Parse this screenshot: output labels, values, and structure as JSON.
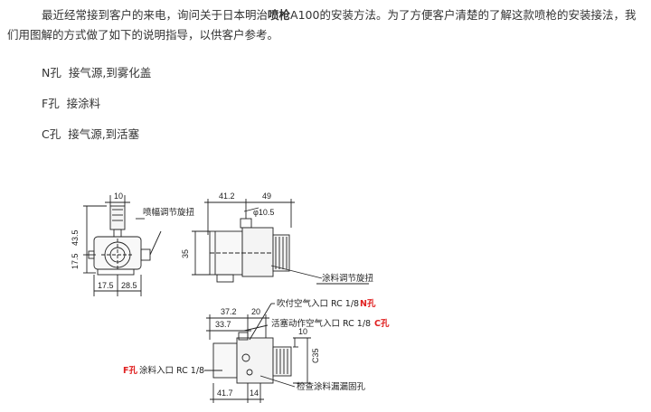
{
  "intro": {
    "part1": "最近经常接到客户的来电，询问关于日本明治",
    "bold": "喷枪",
    "part2": "A100的安装方法。为了方便客户清楚的了解这款喷枪的安装接法，我们用图解的方式做了如下的说明指导，以供客户参考。"
  },
  "items": [
    {
      "code": "N孔",
      "text": "接气源,到雾化盖"
    },
    {
      "code": "F孔",
      "text": "接涂料"
    },
    {
      "code": "C孔",
      "text": "接气源,到活塞"
    }
  ],
  "diagram": {
    "left_view": {
      "dims": {
        "top": "10",
        "h1": "43.5",
        "h2": "17.5",
        "b1": "17.5",
        "b2": "28.5"
      },
      "label": "喷幅调节旋扭"
    },
    "right_view": {
      "dims": {
        "w1": "41.2",
        "w2": "49",
        "dia": "φ10.5",
        "h": "35"
      },
      "label": "涂料调节旋扭"
    },
    "bottom_view": {
      "dims": {
        "t1": "37.2",
        "t2": "20",
        "t3": "33.7",
        "r1": "10",
        "r2": "C35",
        "b1": "41.7",
        "b2": "14"
      },
      "n_port": {
        "label": "吹付空气入口 RC 1/8",
        "tag": "N孔"
      },
      "c_port": {
        "label": "活塞动作空气入口 RC 1/8",
        "tag": "C孔"
      },
      "f_port": {
        "label": "涂料入口 RC 1/8",
        "tag": "F孔"
      },
      "check_label": "检查涂料漏漏固孔"
    }
  }
}
